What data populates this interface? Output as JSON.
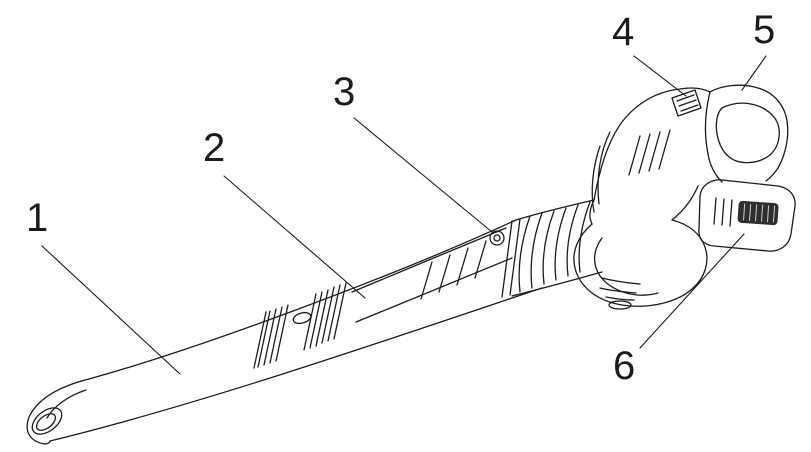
{
  "diagram": {
    "type": "parts-callout-line-drawing",
    "subject": "cordless-leaf-blower",
    "colors": {
      "background": "#ffffff",
      "line": "#1c1c1c",
      "label_text": "#1b1b1b",
      "battery_latch_dark": "#2e2e2e"
    },
    "callouts": [
      {
        "number": "1"
      },
      {
        "number": "2"
      },
      {
        "number": "3"
      },
      {
        "number": "4"
      },
      {
        "number": "5"
      },
      {
        "number": "6"
      }
    ]
  }
}
